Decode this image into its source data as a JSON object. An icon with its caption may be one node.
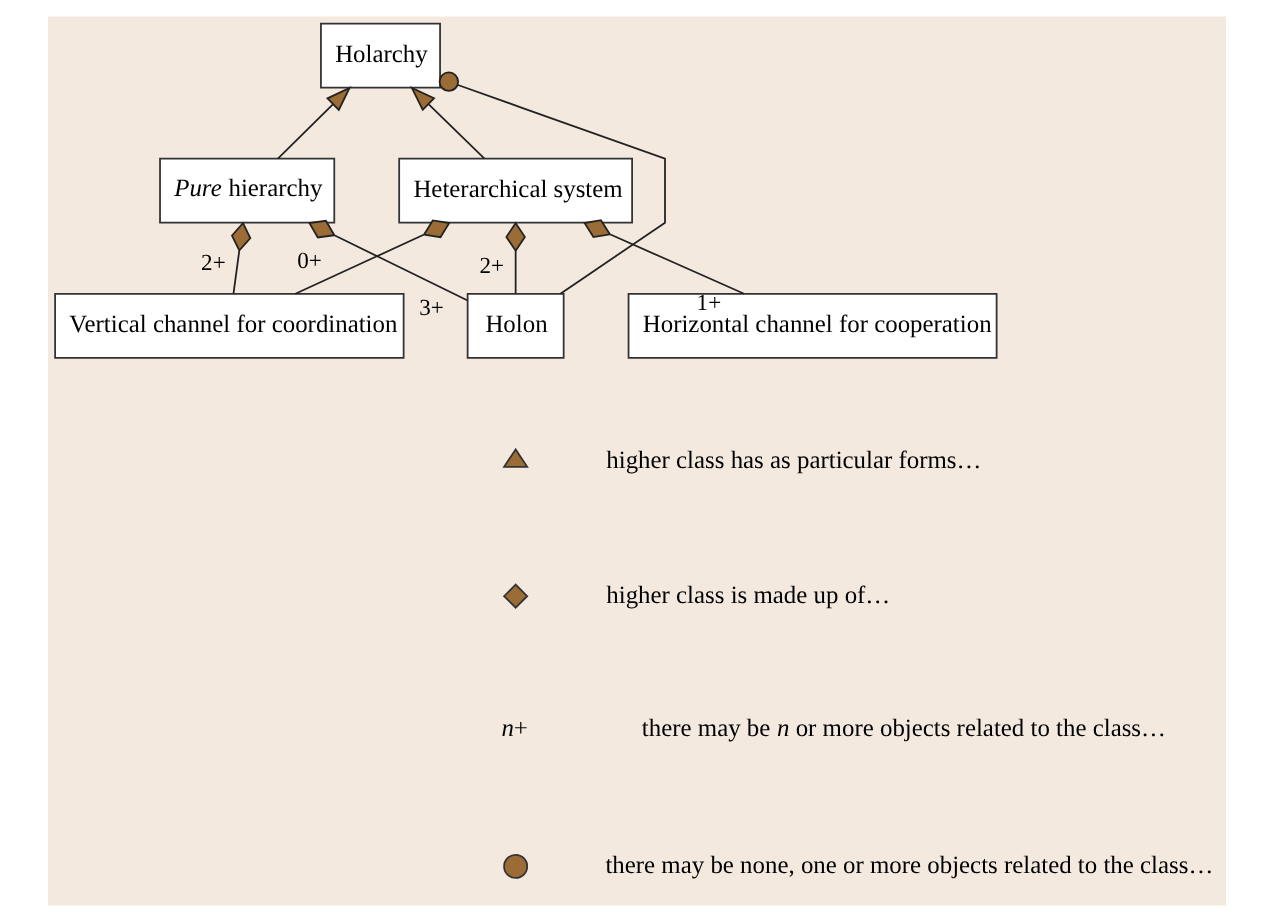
{
  "diagram": {
    "nodes": [
      {
        "text": [
          "Holarchy"
        ]
      },
      {
        "text": [
          "*Pure* hierarchy"
        ]
      },
      {
        "text": [
          "Heterarchical system"
        ]
      },
      {
        "text": [
          "Vertical channel for coordination"
        ]
      },
      {
        "text": [
          "Holon"
        ]
      },
      {
        "text": [
          "Horizontal channel for cooperation"
        ]
      }
    ],
    "edges": [
      {
        "from": 1,
        "to": 0,
        "arrow": "to"
      },
      {
        "from": 2,
        "to": 0,
        "arrow": "to"
      },
      {
        "from": 1,
        "to": 3,
        "arrow": "other",
        "label": "2+"
      },
      {
        "from": 1,
        "to": 4,
        "arrow": "other",
        "label": "3+"
      },
      {
        "from": 2,
        "to": 3,
        "arrow": "other",
        "label": "0+"
      },
      {
        "from": 2,
        "to": 4,
        "arrow": "other",
        "label": "2+"
      },
      {
        "from": 2,
        "to": 5,
        "arrow": "other",
        "label": "1+"
      },
      {
        "from": 4,
        "to": 0,
        "arrow": "other"
      }
    ],
    "labels": [
      "*n*+"
    ],
    "legend": [
      {
        "text": "higher class has as particular forms…"
      },
      {
        "text": "higher class is made up of…"
      },
      {
        "text": "there may be *n* or more objects related to the class…"
      },
      {
        "text": "there may be none, one or more objects related to the class…"
      }
    ]
  }
}
